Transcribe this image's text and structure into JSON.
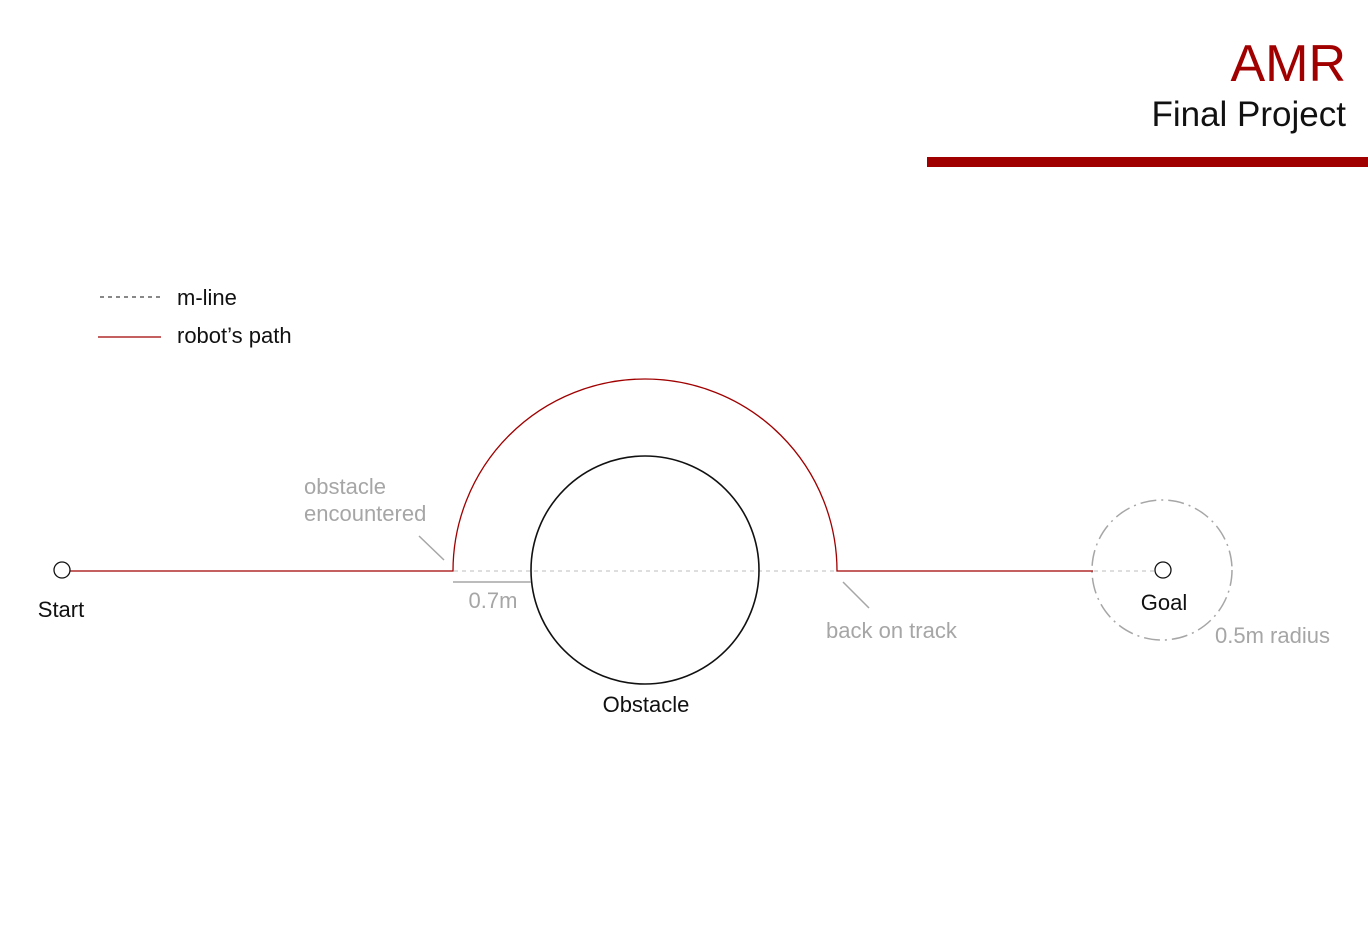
{
  "header": {
    "title": "AMR",
    "subtitle": "Final Project",
    "accent_color": "#a00000"
  },
  "legend": {
    "items": [
      {
        "label": "m-line",
        "style": "dashed",
        "color": "#111111"
      },
      {
        "label": "robot’s path",
        "style": "solid",
        "color": "#a00000"
      }
    ]
  },
  "diagram": {
    "nodes": {
      "start": "Start",
      "goal": "Goal",
      "obstacle": "Obstacle"
    },
    "annotations": {
      "encounter_line1": "obstacle",
      "encounter_line2": "encountered",
      "clearance": "0.7m",
      "back_on_track": "back on track",
      "goal_radius": "0.5m radius"
    },
    "colors": {
      "path": "#a00000",
      "annotation": "#a6a6a6",
      "outline": "#111111"
    }
  }
}
